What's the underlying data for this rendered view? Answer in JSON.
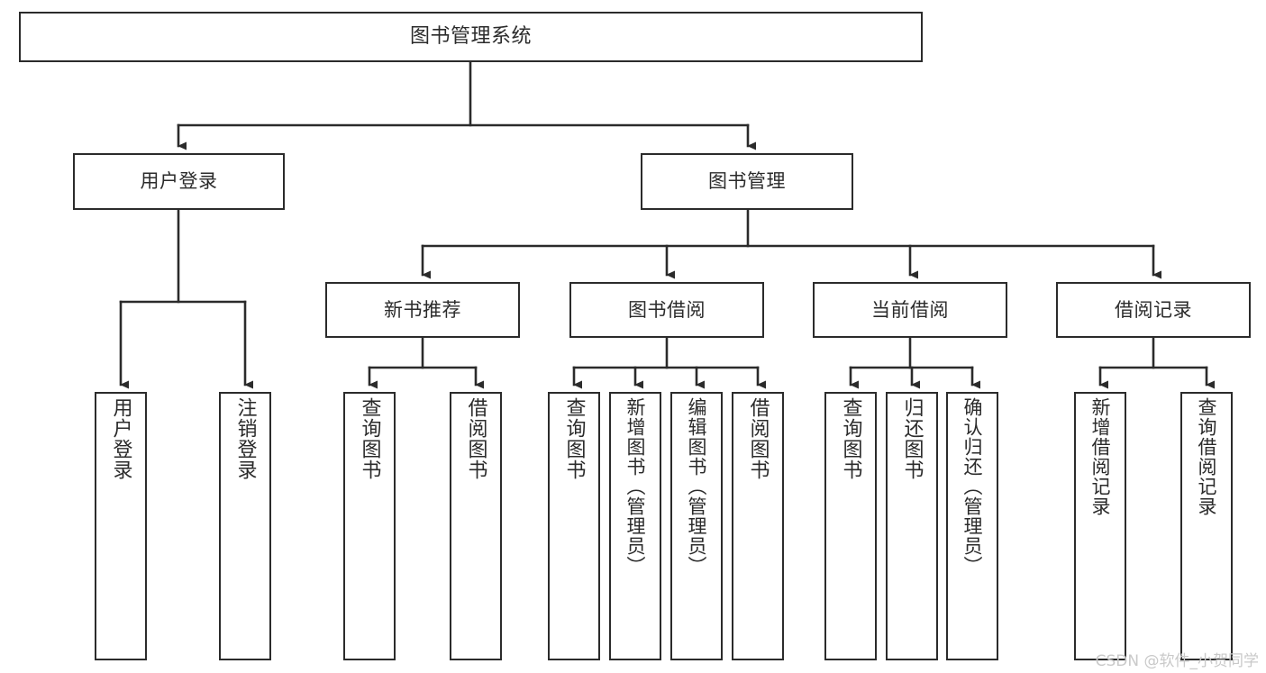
{
  "diagram": {
    "title": "图书管理系统",
    "type": "tree",
    "watermark": "CSDN @软件_小贺同学",
    "colors": {
      "stroke": "#2b2b2b",
      "fill": "#ffffff",
      "watermark": "#c9c9c9"
    },
    "nodes": {
      "root": {
        "label": "图书管理系统"
      },
      "level2": [
        {
          "id": "user-login",
          "label": "用户登录"
        },
        {
          "id": "book-manage",
          "label": "图书管理"
        }
      ],
      "level3": [
        {
          "id": "new-book-recommend",
          "label": "新书推荐"
        },
        {
          "id": "book-borrow",
          "label": "图书借阅"
        },
        {
          "id": "current-borrow",
          "label": "当前借阅"
        },
        {
          "id": "borrow-record",
          "label": "借阅记录"
        }
      ],
      "leaves": [
        {
          "id": "leaf-user-login",
          "label": "用户登录",
          "parent": "user-login"
        },
        {
          "id": "leaf-user-logout",
          "label": "注销登录",
          "parent": "user-login"
        },
        {
          "id": "leaf-query-book-1",
          "label": "查询图书",
          "parent": "new-book-recommend"
        },
        {
          "id": "leaf-borrow-book-1",
          "label": "借阅图书",
          "parent": "new-book-recommend"
        },
        {
          "id": "leaf-query-book-2",
          "label": "查询图书",
          "parent": "book-borrow"
        },
        {
          "id": "leaf-add-book",
          "label": "新增图书（管理员）",
          "parent": "book-borrow"
        },
        {
          "id": "leaf-edit-book",
          "label": "编辑图书（管理员）",
          "parent": "book-borrow"
        },
        {
          "id": "leaf-borrow-book-2",
          "label": "借阅图书",
          "parent": "book-borrow"
        },
        {
          "id": "leaf-query-book-3",
          "label": "查询图书",
          "parent": "current-borrow"
        },
        {
          "id": "leaf-return-book",
          "label": "归还图书",
          "parent": "current-borrow"
        },
        {
          "id": "leaf-confirm-return",
          "label": "确认归还（管理员）",
          "parent": "current-borrow"
        },
        {
          "id": "leaf-add-record",
          "label": "新增借阅记录",
          "parent": "borrow-record"
        },
        {
          "id": "leaf-query-record",
          "label": "查询借阅记录",
          "parent": "borrow-record"
        }
      ]
    }
  }
}
